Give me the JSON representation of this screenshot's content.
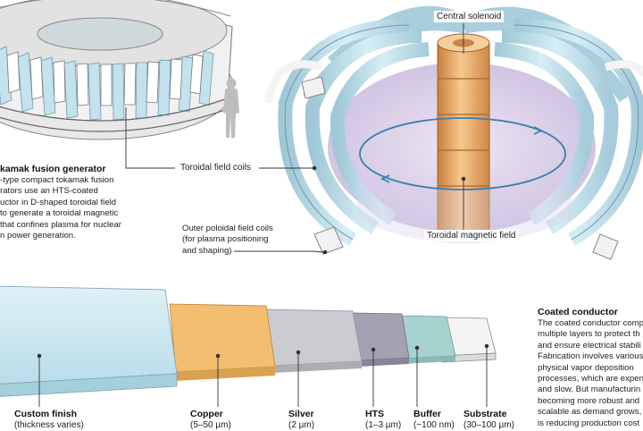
{
  "generator": {
    "heading": "kamak fusion generator",
    "lines": [
      "-type compact tokamak fusion",
      "rators use an HTS-coated",
      "uctor in D-shaped toroidal field",
      "to generate a toroidal magnetic",
      "that confines plasma for nuclear",
      "n power generation."
    ]
  },
  "labels": {
    "central_solenoid": "Central solenoid",
    "toroidal_field_coils": "Toroidal field coils",
    "toroidal_magnetic_field": "Toroidal magnetic field",
    "outer_poloidal": [
      "Outer poloidal field coils",
      "(for plasma positioning",
      "and shaping)"
    ]
  },
  "coated": {
    "heading": "Coated conductor",
    "lines": [
      "The coated conductor comp",
      "multiple layers to protect th",
      "and ensure electrical stabili",
      "Fabrication involves various",
      "physical vapor deposition",
      "processes, which are expen",
      "and slow. But manufacturin",
      "becoming more robust and",
      "scalable as demand grows,",
      "is reducing production cost"
    ]
  },
  "layers": [
    {
      "name": "Custom finish",
      "spec": "(thickness varies)",
      "color": "#c7e6ee"
    },
    {
      "name": "Copper",
      "spec": "(5–50 µm)",
      "color": "#f3be70"
    },
    {
      "name": "Silver",
      "spec": "(2 µm)",
      "color": "#c7c6cc"
    },
    {
      "name": "HTS",
      "spec": "(1–3 µm)",
      "color": "#9a9aaa"
    },
    {
      "name": "Buffer",
      "spec": "(~100 nm)",
      "color": "#a6d2cf"
    },
    {
      "name": "Substrate",
      "spec": "(30–100 µm)",
      "color": "#ececec"
    }
  ],
  "colors": {
    "coil": "#c4e2ec",
    "coil_dark": "#8fb7c8",
    "plasma": "#d6c7e4",
    "solenoid": "#e9a664",
    "field_line": "#3a7fae",
    "leader": "#333333"
  }
}
